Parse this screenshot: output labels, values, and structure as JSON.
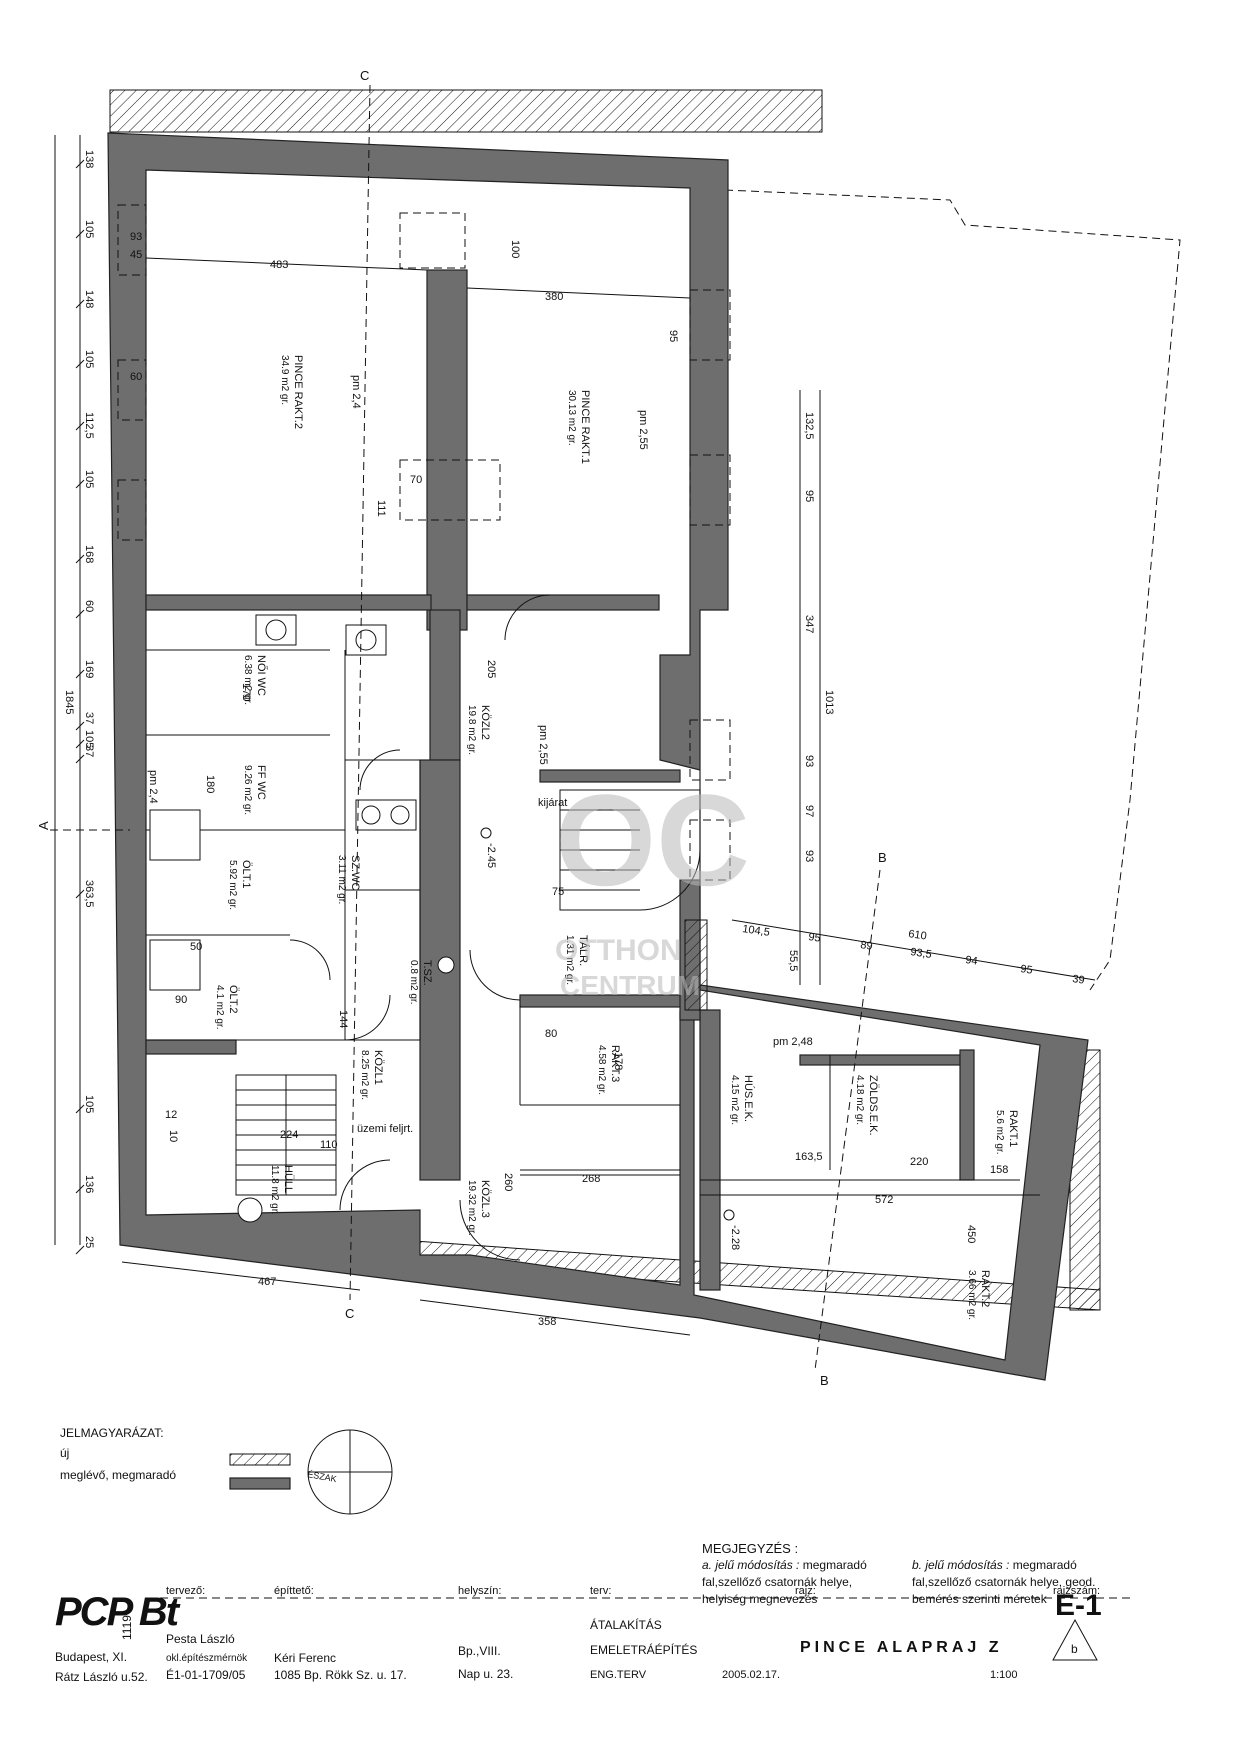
{
  "plan": {
    "rooms": [
      {
        "id": "pince-rakt-2",
        "name": "PINCE RAKT.2",
        "area": "34.9 m2 gr.",
        "pm": "pm 2,4"
      },
      {
        "id": "pince-rakt-1",
        "name": "PINCE RAKT.1",
        "area": "30.13 m2 gr.",
        "pm": "pm 2,55"
      },
      {
        "id": "noi-wc",
        "name": "NŐI WC",
        "area": "6.38 m2 gr."
      },
      {
        "id": "ff-wc",
        "name": "FF WC",
        "area": "9.26 m2 gr."
      },
      {
        "id": "olt-1",
        "name": "ÖLT.1",
        "area": "5.92 m2 gr."
      },
      {
        "id": "olt-2",
        "name": "ÖLT.2",
        "area": "4.1 m2 gr."
      },
      {
        "id": "hull",
        "name": "HÜLL",
        "area": "11.8 m2 gr."
      },
      {
        "id": "kozl-1",
        "name": "KÖZL1",
        "area": "8.25 m2 gr."
      },
      {
        "id": "kozl-2",
        "name": "KÖZL2",
        "area": "19.8 m2 gr.",
        "pm": "pm 2,55"
      },
      {
        "id": "sz-wc",
        "name": "SZ.WC",
        "area": "3.11 m2 gr."
      },
      {
        "id": "t-sz",
        "name": "T.SZ.",
        "area": "0.8 m2 gr."
      },
      {
        "id": "talr",
        "name": "TÁLR.",
        "area": "1.31 m2 gr."
      },
      {
        "id": "kozl-3",
        "name": "KÖZL.3",
        "area": "19.32 m2 gr."
      },
      {
        "id": "rakt-3",
        "name": "RAKT.3",
        "area": "4.58 m2 gr."
      },
      {
        "id": "hus-ek",
        "name": "HÚS.E.K.",
        "area": "4.15 m2 gr.",
        "pm": "pm 2,48"
      },
      {
        "id": "zolds-ek",
        "name": "ZÖLDS.E.K.",
        "area": "4.18 m2 gr."
      },
      {
        "id": "rakt-1",
        "name": "RAKT.1",
        "area": "5.6 m2 gr."
      },
      {
        "id": "rakt-2",
        "name": "RAKT.2",
        "area": "3.66 m2 gr."
      }
    ],
    "labels": {
      "kijarat": "kijárat",
      "uzemi": "üzemi feljrt.",
      "level_1": "-2.45",
      "level_2": "-2.28",
      "pm_left": "pm 2,4",
      "section_c_top": "C",
      "section_c_bottom": "C",
      "section_a": "A",
      "section_b_top": "B",
      "section_b_bottom": "B"
    },
    "dims_left": [
      "138",
      "105",
      "148",
      "105",
      "112,5",
      "105",
      "168",
      "60",
      "169",
      "37",
      "105",
      "37",
      "363,5",
      "105",
      "136",
      "25"
    ],
    "dim_left_total": "1845",
    "dims_inner": [
      "483",
      "380",
      "100",
      "95",
      "70",
      "111",
      "93",
      "45",
      "60",
      "205",
      "170",
      "180",
      "50",
      "90",
      "110",
      "224",
      "12",
      "10",
      "144",
      "268",
      "260",
      "163,5",
      "220",
      "158",
      "572",
      "450",
      "178",
      "80",
      "75"
    ],
    "dims_right": [
      "132,5",
      "95",
      "347",
      "93",
      "97",
      "93",
      "1013"
    ],
    "dims_row": [
      "104,5",
      "95",
      "89",
      "93,5",
      "94",
      "95",
      "39",
      "610",
      "55,5"
    ],
    "dims_bottom": [
      "467",
      "358"
    ]
  },
  "legend": {
    "title": "JELMAGYARÁZAT:",
    "new": "új",
    "existing": "meglévő, megmaradó",
    "north": "ÉSZAK"
  },
  "notes": {
    "title": "MEGJEGYZÉS :",
    "a_label": "a. jelű módosítás :",
    "a_text1": "megmaradó",
    "a_text2": "fal,szellőző csatornák helye,",
    "a_text3": "helyiség megnevezés",
    "b_label": "b. jelű módosítás :",
    "b_text1": "megmaradó",
    "b_text2": "fal,szellőző csatornák helye, geod.",
    "b_text3": "bemérés szerinti méretek"
  },
  "title_block": {
    "logo": "PCP Bt",
    "logo_code": "1119",
    "firm_city": "Budapest, XI.",
    "firm_street": "Rátz László u.52.",
    "label_tervezo": "tervező:",
    "label_epittet": "építtető:",
    "label_helyszin": "helyszín:",
    "label_terv": "terv:",
    "label_rajz": "rajz:",
    "label_rajzszam": "rajzszám:",
    "designer_name": "Pesta László",
    "designer_title": "okl.építészmérnök",
    "designer_id": "É1-01-1709/05",
    "client_name": "Kéri Ferenc",
    "client_addr": "1085 Bp. Rökk Sz. u. 17.",
    "site_1": "Bp.,VIII.",
    "site_2": "Nap u. 23.",
    "plan_1": "ÁTALAKÍTÁS",
    "plan_2": "EMELETRÁÉPÍTÉS",
    "plan_3": "ENG.TERV",
    "date": "2005.02.17.",
    "drawing": "PINCE ALAPRAJ Z",
    "scale": "1:100",
    "number": "E-1",
    "revision": "b"
  },
  "watermark": {
    "mark": "OC",
    "line1": "OTTHON",
    "line2": "CENTRUM"
  }
}
